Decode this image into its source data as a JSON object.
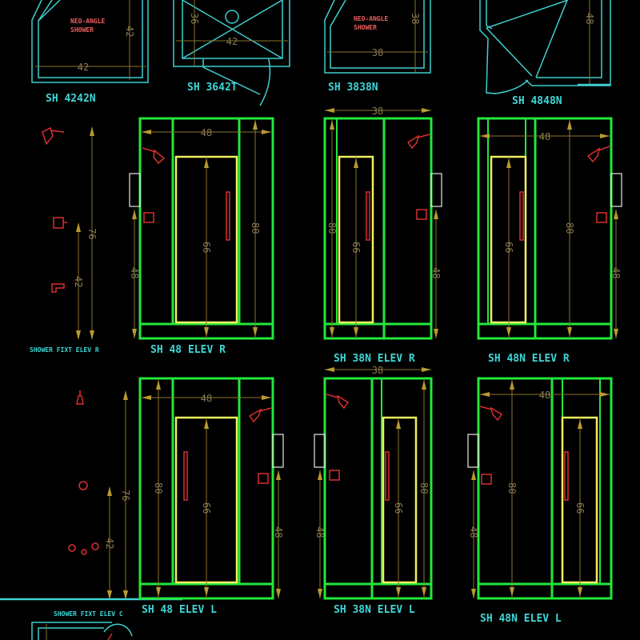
{
  "colors": {
    "background": "#000000",
    "wall": "#22e83a",
    "door": "#f0f060",
    "plan": "#3fd0d0",
    "fixture": "#d83030",
    "dimension": "#8a7330",
    "label": "#3fd6d6"
  },
  "plans": [
    {
      "label": "SH 4242N",
      "note": [
        "NEO-ANGLE",
        "SHOWER"
      ],
      "dims": [
        "42",
        "42"
      ]
    },
    {
      "label": "SH 3642T",
      "dims": [
        "36",
        "42"
      ]
    },
    {
      "label": "SH 3838N",
      "note": [
        "NEO-ANGLE",
        "SHOWER"
      ],
      "dims": [
        "38",
        "38"
      ]
    },
    {
      "label": "SH 4848N",
      "dims": [
        "48"
      ]
    }
  ],
  "fixture_elevations": [
    {
      "label": "SHOWER FIXT ELEV R",
      "dims": [
        "76",
        "42"
      ]
    },
    {
      "label": "SHOWER FIXT ELEV C",
      "dims": [
        "76",
        "42"
      ]
    }
  ],
  "elevations": [
    {
      "label": "SH 48 ELEV R",
      "dims": {
        "width": "48",
        "height": "80",
        "door": "66",
        "wall": "48"
      }
    },
    {
      "label": "SH 38N ELEV R",
      "dims": {
        "top": "38",
        "height": "80",
        "door": "66",
        "wall": "48"
      }
    },
    {
      "label": "SH 48N ELEV R",
      "dims": {
        "width": "48",
        "height": "80",
        "door": "66",
        "wall": "48"
      }
    },
    {
      "label": "SH 48 ELEV L",
      "dims": {
        "width": "48",
        "height": "80",
        "door": "66",
        "wall": "48"
      }
    },
    {
      "label": "SH 38N ELEV L",
      "dims": {
        "top": "38",
        "height": "80",
        "door": "66",
        "wall": "48"
      }
    },
    {
      "label": "SH 48N ELEV L",
      "dims": {
        "width": "48",
        "height": "80",
        "door": "66",
        "wall": "48"
      }
    }
  ]
}
